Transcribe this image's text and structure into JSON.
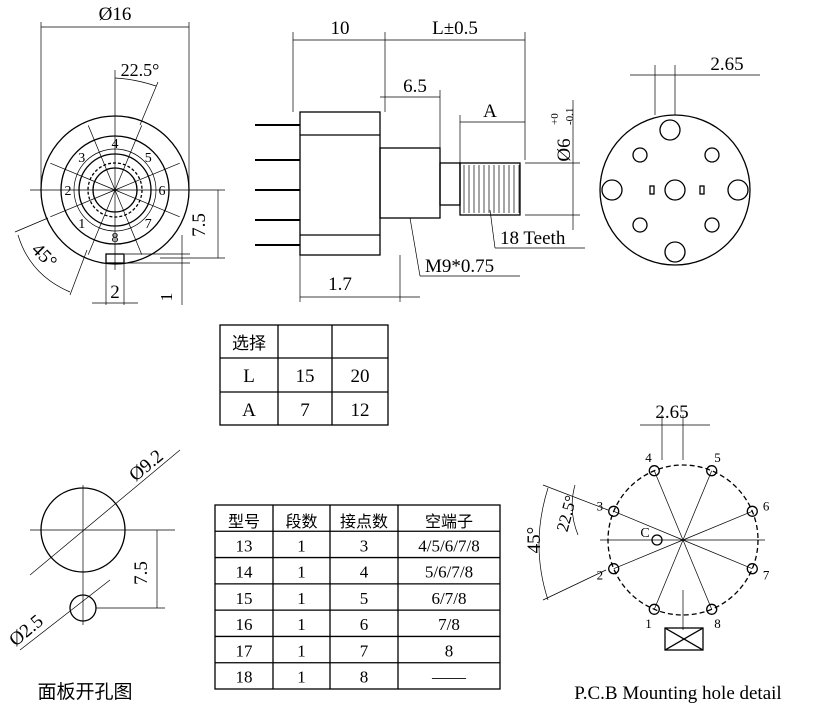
{
  "front_view": {
    "dia": "Ø16",
    "angle_top": "22.5°",
    "angle_left": "45°",
    "height": "7.5",
    "key_width": "2",
    "key_height": "1",
    "positions": [
      "1",
      "2",
      "3",
      "4",
      "5",
      "6",
      "7",
      "8"
    ]
  },
  "side_view": {
    "d10": "10",
    "dL": "L±0.5",
    "d65": "6.5",
    "dA": "A",
    "shaft": "Ø6",
    "tol_up": "+0",
    "tol_down": "-0.1",
    "teeth": "18 Teeth",
    "thread": "M9*0.75",
    "d17": "1.7"
  },
  "back_view": {
    "d265": "2.65"
  },
  "select_table": {
    "header": "选择",
    "rows": [
      [
        "L",
        "15",
        "20"
      ],
      [
        "A",
        "7",
        "12"
      ]
    ]
  },
  "panel": {
    "dia_big": "Ø9.2",
    "dist": "7.5",
    "dia_small": "Ø2.5",
    "caption": "面板开孔图"
  },
  "model_table": {
    "headers": [
      "型号",
      "段数",
      "接点数",
      "空端子"
    ],
    "rows": [
      [
        "13",
        "1",
        "3",
        "4/5/6/7/8"
      ],
      [
        "14",
        "1",
        "4",
        "5/6/7/8"
      ],
      [
        "15",
        "1",
        "5",
        "6/7/8"
      ],
      [
        "16",
        "1",
        "6",
        "7/8"
      ],
      [
        "17",
        "1",
        "7",
        "8"
      ],
      [
        "18",
        "1",
        "8",
        "——"
      ]
    ]
  },
  "pcb": {
    "d265": "2.65",
    "angle45": "45°",
    "angle225": "22.5°",
    "common": "C",
    "caption": "P.C.B Mounting hole detail",
    "positions": [
      "1",
      "2",
      "3",
      "4",
      "5",
      "6",
      "7",
      "8"
    ]
  }
}
